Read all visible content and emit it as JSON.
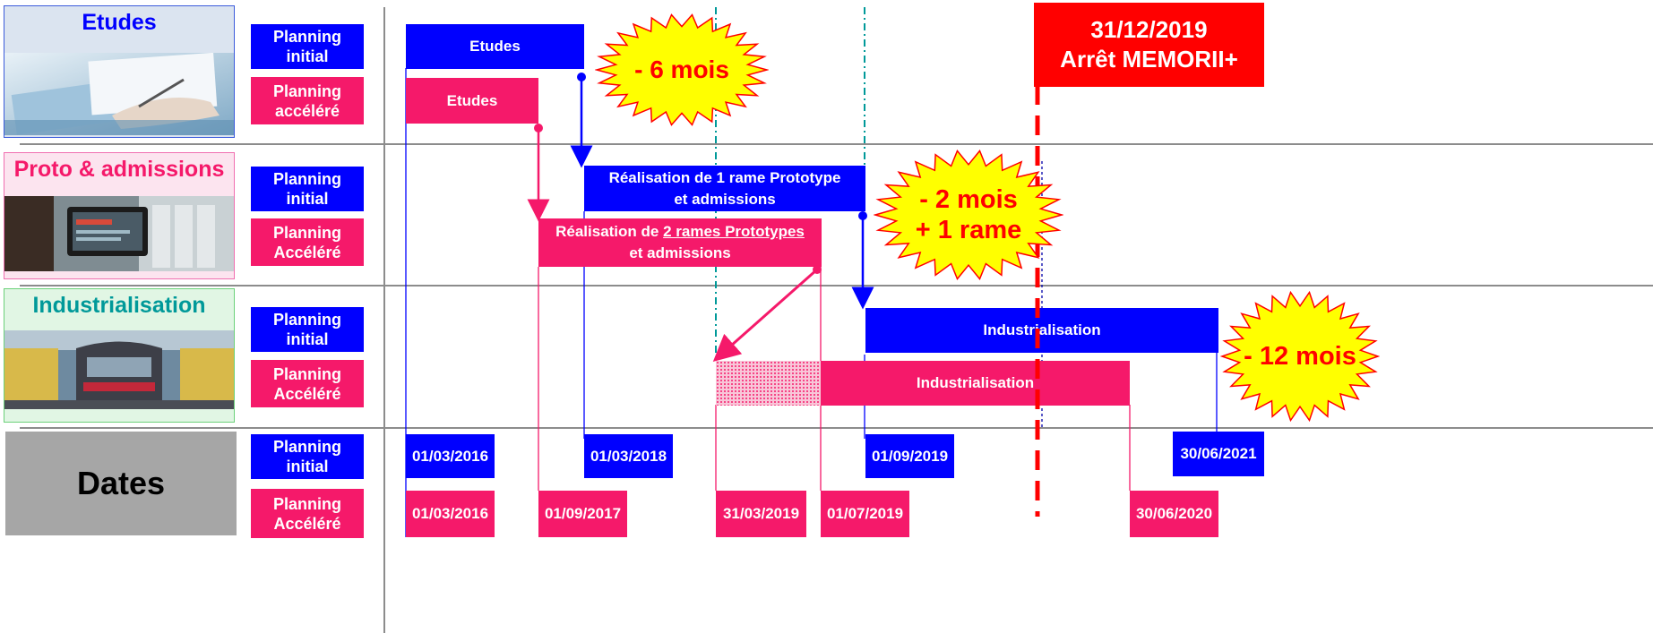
{
  "categories": {
    "etudes": {
      "title": "Etudes",
      "image": "engineer-drafting-photo"
    },
    "proto": {
      "title": "Proto & admissions",
      "image": "control-panel-photo"
    },
    "industrialisation": {
      "title": "Industrialisation",
      "image": "train-factory-photo"
    },
    "dates": {
      "title": "Dates"
    }
  },
  "labels": {
    "initial": "Planning initial",
    "accelere_lower": "Planning accéléré",
    "accelere_upper": "Planning Accéléré"
  },
  "bars": {
    "etudes_initial": "Etudes",
    "etudes_accelere": "Etudes",
    "proto_initial": "Réalisation de 1 rame Prototype et admissions",
    "proto_accelere_pre": "Réalisation de ",
    "proto_accelere_underlined": "2 rames Prototypes",
    "proto_accelere_post": " et admissions",
    "indus_initial": "Industrialisation",
    "indus_accelere": "Industrialisation"
  },
  "dates": {
    "initial": [
      "01/03/2016",
      "01/03/2018",
      "01/09/2019",
      "30/06/2021"
    ],
    "accelere": [
      "01/03/2016",
      "01/09/2017",
      "31/03/2019",
      "01/07/2019",
      "30/06/2020"
    ]
  },
  "deadline": {
    "date": "31/12/2019",
    "text": "Arrêt MEMORII+"
  },
  "bursts": {
    "six": "- 6 mois",
    "two_line1": "- 2 mois",
    "two_line2": "+ 1 rame",
    "twelve": "- 12 mois"
  },
  "colors": {
    "initial": "#0000ff",
    "accelere": "#f5196a",
    "deadline": "#ff0000",
    "burst": "#ffff00",
    "guide": "#009999"
  }
}
